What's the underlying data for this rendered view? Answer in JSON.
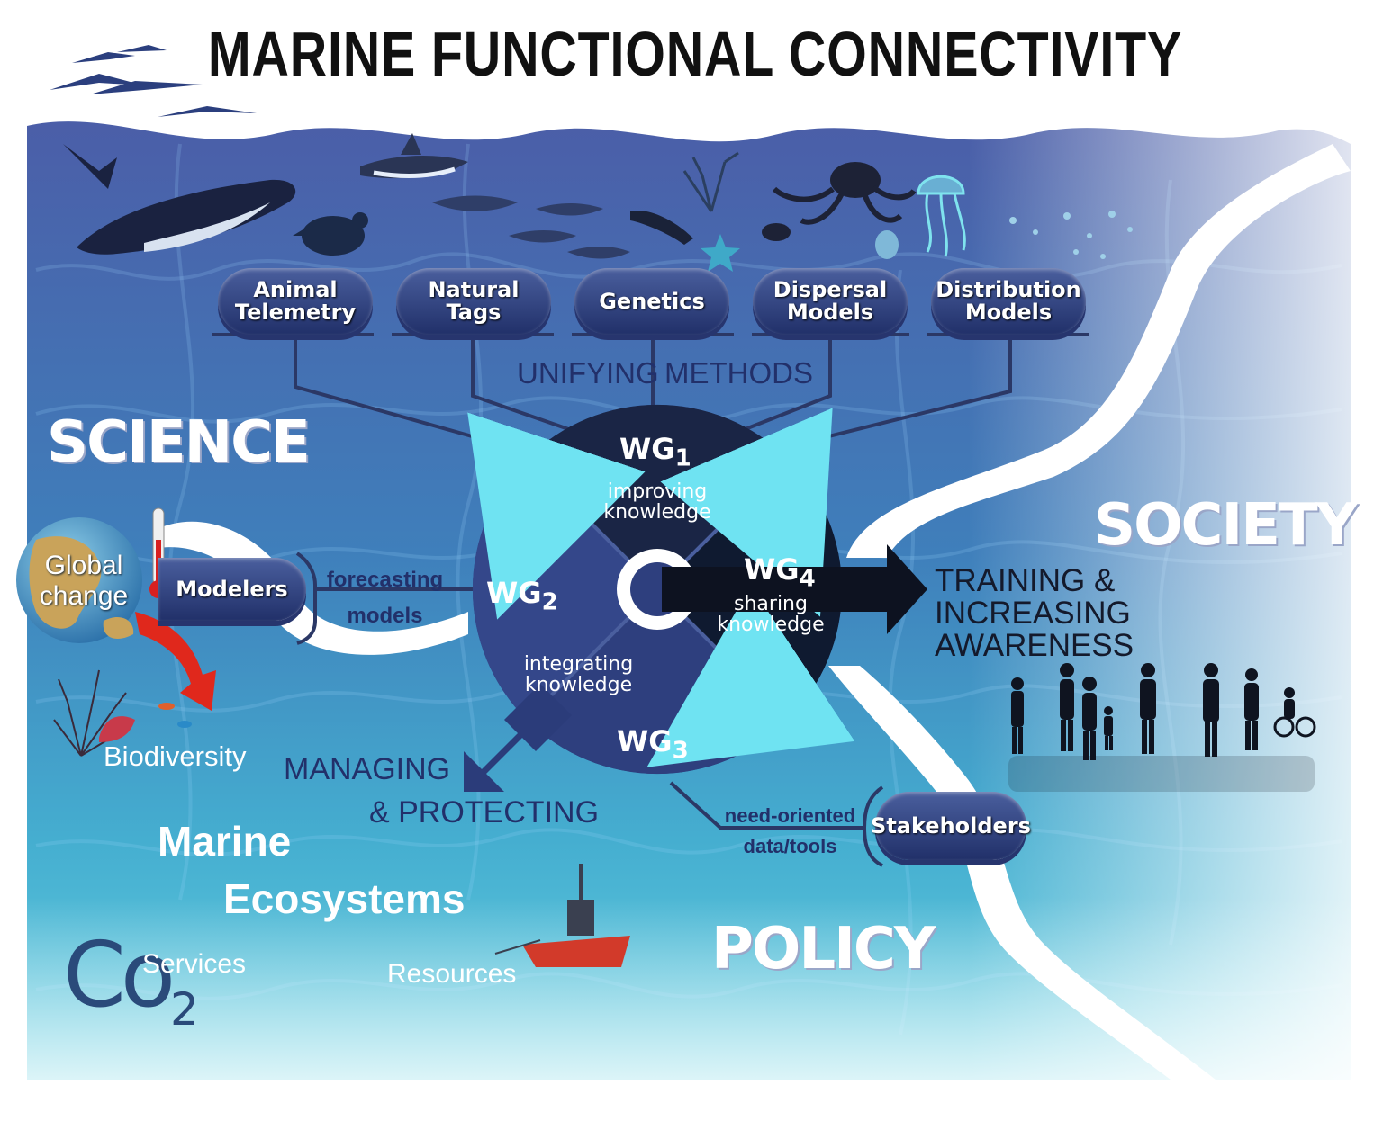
{
  "title": "MARINE FUNCTIONAL CONNECTIVITY",
  "methods": [
    {
      "line1": "Animal",
      "line2": "Telemetry"
    },
    {
      "line1": "Natural",
      "line2": "Tags"
    },
    {
      "line1": "Genetics",
      "line2": ""
    },
    {
      "line1": "Dispersal",
      "line2": "Models"
    },
    {
      "line1": "Distribution",
      "line2": "Models"
    }
  ],
  "unifying_methods": {
    "left": "UNIFYING",
    "right": "METHODS"
  },
  "science": "SCIENCE",
  "society": "SOCIETY",
  "policy": "POLICY",
  "wheel": {
    "wg1": {
      "label": "WG",
      "num": "1",
      "text1": "improving",
      "text2": "knowledge"
    },
    "wg2": {
      "label": "WG",
      "num": "2",
      "text1": "integrating",
      "text2": "knowledge"
    },
    "wg3": {
      "label": "WG",
      "num": "3"
    },
    "wg4": {
      "label": "WG",
      "num": "4",
      "text1": "sharing",
      "text2": "knowledge"
    }
  },
  "left": {
    "globe1": "Global",
    "globe2": "change",
    "modelers": "Modelers",
    "forecasting1": "forecasting",
    "forecasting2": "models",
    "biodiversity": "Biodiversity",
    "marine1": "Marine",
    "marine2": "Ecosystems",
    "co": "Co",
    "co_sub": "2",
    "services": "Services",
    "resources": "Resources"
  },
  "managing": {
    "line1": "MANAGING",
    "line2": "& PROTECTING"
  },
  "training": {
    "line1": "TRAINING &",
    "line2": "INCREASING",
    "line3": "AWARENESS"
  },
  "stakeholders": {
    "label": "Stakeholders",
    "need1": "need-oriented",
    "need2": "data/tools"
  },
  "colors": {
    "navy": "#24306a",
    "deep": "#0f1a33",
    "teal": "#3fc2d8",
    "ocean_top": "#4a62a8",
    "ocean_bottom": "#4fc0d8",
    "arrow_red": "#e0281c"
  }
}
